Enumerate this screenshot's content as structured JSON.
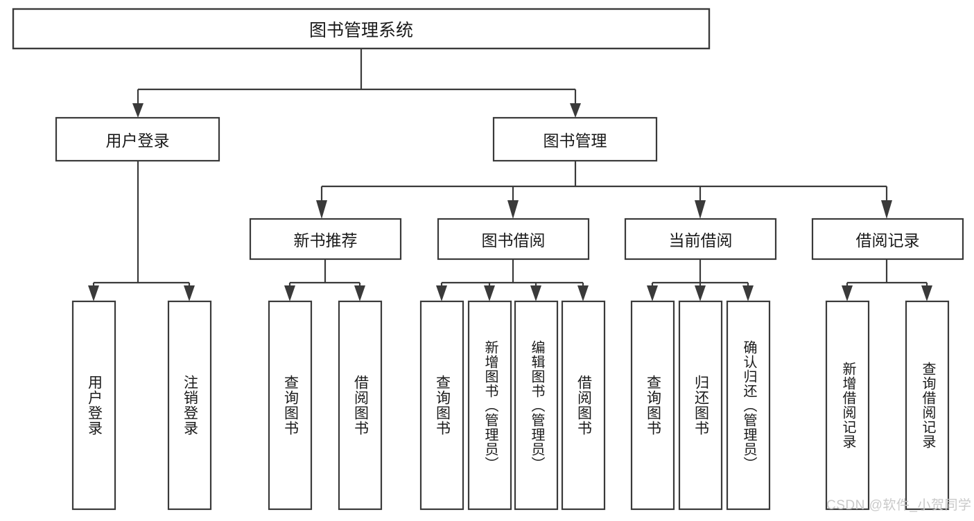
{
  "diagram": {
    "title": "图书管理系统",
    "type": "hierarchy-tree",
    "watermark": "CSDN @软件_小贺同学",
    "colors": {
      "box_stroke": "#3a3a3a",
      "box_fill": "#ffffff",
      "text": "#1a1a1a",
      "connector": "#3a3a3a",
      "watermark": "#c9c9c9",
      "background": "#ffffff"
    },
    "root": {
      "label": "图书管理系统"
    },
    "level2": [
      {
        "label": "用户登录"
      },
      {
        "label": "图书管理"
      }
    ],
    "level3": [
      {
        "label": "新书推荐"
      },
      {
        "label": "图书借阅"
      },
      {
        "label": "当前借阅"
      },
      {
        "label": "借阅记录"
      }
    ],
    "leaves": {
      "user_login": [
        {
          "label": "用户登录"
        },
        {
          "label": "注销登录"
        }
      ],
      "new_book_recommend": [
        {
          "label": "查询图书"
        },
        {
          "label": "借阅图书"
        }
      ],
      "book_borrow": [
        {
          "label": "查询图书"
        },
        {
          "label": "新增图书（管理员）"
        },
        {
          "label": "编辑图书（管理员）"
        },
        {
          "label": "借阅图书"
        }
      ],
      "current_borrow": [
        {
          "label": "查询图书"
        },
        {
          "label": "归还图书"
        },
        {
          "label": "确认归还（管理员）"
        }
      ],
      "borrow_records": [
        {
          "label": "新增借阅记录"
        },
        {
          "label": "查询借阅记录"
        }
      ]
    }
  }
}
